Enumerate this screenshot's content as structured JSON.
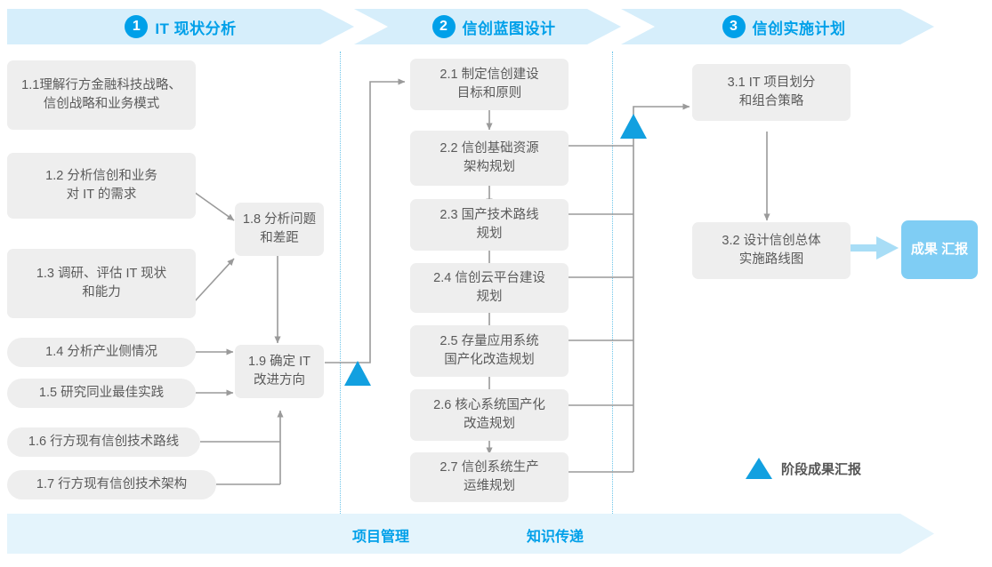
{
  "phases": [
    {
      "num": "1",
      "title": "IT 现状分析"
    },
    {
      "num": "2",
      "title": "信创蓝图设计"
    },
    {
      "num": "3",
      "title": "信创实施计划"
    }
  ],
  "boxes": [
    {
      "id": "1.1",
      "line1": "1.1理解行方金融科技战略、",
      "line2": "信创战略和业务模式"
    },
    {
      "id": "1.2",
      "line1": "1.2 分析信创和业务",
      "line2": "对 IT 的需求"
    },
    {
      "id": "1.3",
      "line1": "1.3 调研、评估 IT 现状",
      "line2": "和能力"
    },
    {
      "id": "1.4",
      "line1": "1.4 分析产业侧情况",
      "line2": ""
    },
    {
      "id": "1.5",
      "line1": "1.5 研究同业最佳实践",
      "line2": ""
    },
    {
      "id": "1.6",
      "line1": "1.6 行方现有信创技术路线",
      "line2": ""
    },
    {
      "id": "1.7",
      "line1": "1.7 行方现有信创技术架构",
      "line2": ""
    },
    {
      "id": "1.8",
      "line1": "1.8 分析问题",
      "line2": "和差距"
    },
    {
      "id": "1.9",
      "line1": "1.9 确定 IT",
      "line2": "改进方向"
    },
    {
      "id": "2.1",
      "line1": "2.1 制定信创建设",
      "line2": "目标和原则"
    },
    {
      "id": "2.2",
      "line1": "2.2 信创基础资源",
      "line2": "架构规划"
    },
    {
      "id": "2.3",
      "line1": "2.3 国产技术路线",
      "line2": "规划"
    },
    {
      "id": "2.4",
      "line1": "2.4 信创云平台建设",
      "line2": "规划"
    },
    {
      "id": "2.5",
      "line1": "2.5 存量应用系统",
      "line2": "国产化改造规划"
    },
    {
      "id": "2.6",
      "line1": "2.6 核心系统国产化",
      "line2": "改造规划"
    },
    {
      "id": "2.7",
      "line1": "2.7 信创系统生产",
      "line2": "运维规划"
    },
    {
      "id": "3.1",
      "line1": "3.1 IT 项目划分",
      "line2": "和组合策略"
    },
    {
      "id": "3.2",
      "line1": "3.2 设计信创总体",
      "line2": "实施路线图"
    }
  ],
  "result_badge": {
    "line1": "成果",
    "line2": "汇报"
  },
  "legend": {
    "label": "阶段成果汇报"
  },
  "bottom": {
    "left_label": "项目管理",
    "right_label": "知识传递"
  },
  "colors": {
    "accent": "#00a0e9",
    "phase_band": "#d6eefb",
    "bottom_band": "#e4f4fc",
    "box_fill": "#eeeeee",
    "box_text": "#5a5a5a",
    "milestone_triangle": "#12a0e0",
    "result_fill": "#7fcdf4",
    "connector": "#9a9a9a",
    "divider_dotted": "#6cc5ea"
  }
}
